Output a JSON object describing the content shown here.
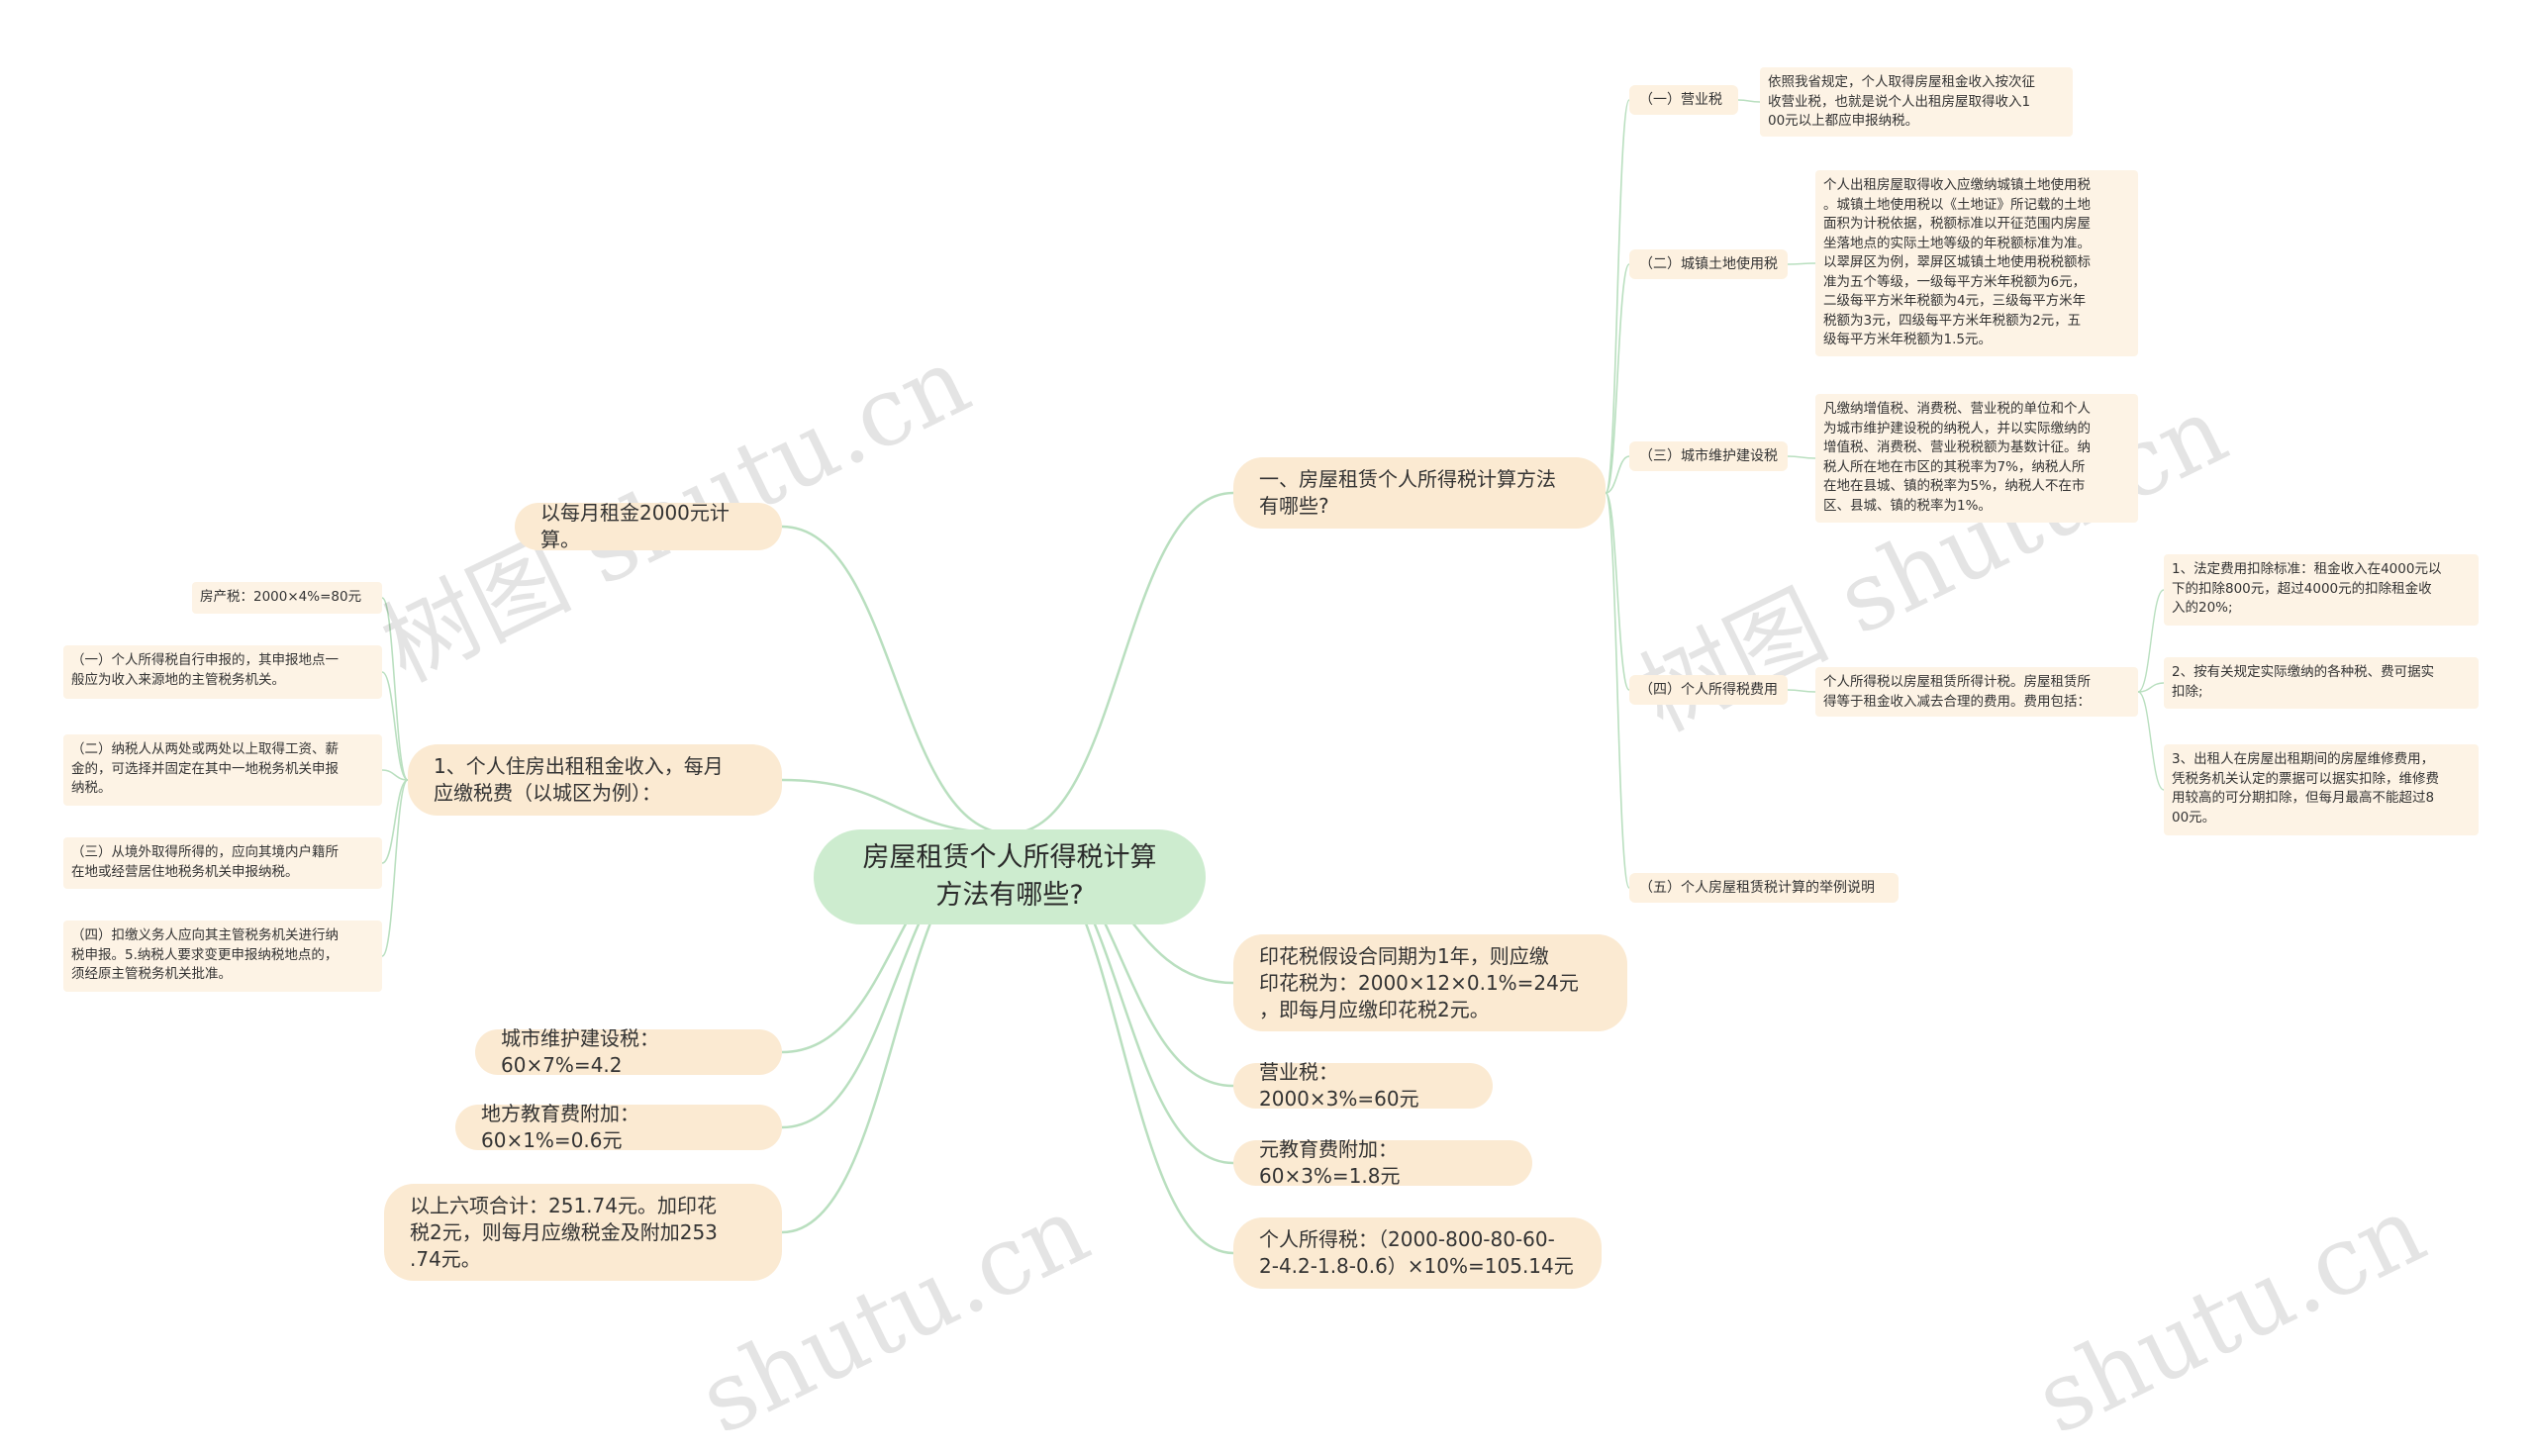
{
  "colors": {
    "line": "#b9dfbf",
    "root_bg": "#cdeccf",
    "node_bg": "#fbead2",
    "leaf_bg": "#fdf3e5"
  },
  "root": {
    "text": "房屋租赁个人所得税计算\n方法有哪些?"
  },
  "left": {
    "monthly_rent": "以每月租金2000元计算。",
    "personal_rent": {
      "title": "1、个人住房出租租金收入，每月\n应缴税费（以城区为例）：",
      "items": [
        "房产税：2000×4%=80元",
        "（一）个人所得税自行申报的，其申报地点一\n般应为收入来源地的主管税务机关。",
        "（二）纳税人从两处或两处以上取得工资、薪\n金的，可选择并固定在其中一地税务机关申报\n纳税。",
        "（三）从境外取得所得的，应向其境内户籍所\n在地或经营居住地税务机关申报纳税。",
        "（四）扣缴义务人应向其主管税务机关进行纳\n税申报。5.纳税人要求变更申报纳税地点的，\n须经原主管税务机关批准。"
      ]
    },
    "city_maintenance": "城市维护建设税：60×7%=4.2",
    "local_education": "地方教育费附加：60×1%=0.6元",
    "total": "以上六项合计：251.74元。加印花\n税2元，则每月应缴税金及附加253\n.74元。"
  },
  "right": {
    "method": {
      "title": "一、房屋租赁个人所得税计算方法\n有哪些?",
      "sections": [
        {
          "label": "（一）营业税",
          "detail": "依照我省规定，个人取得房屋租金收入按次征\n收营业税，也就是说个人出租房屋取得收入1\n00元以上都应申报纳税。"
        },
        {
          "label": "（二）城镇土地使用税",
          "detail": "个人出租房屋取得收入应缴纳城镇土地使用税\n。城镇土地使用税以《土地证》所记载的土地\n面积为计税依据，税额标准以开征范围内房屋\n坐落地点的实际土地等级的年税额标准为准。\n以翠屏区为例，翠屏区城镇土地使用税税额标\n准为五个等级，一级每平方米年税额为6元，\n二级每平方米年税额为4元，三级每平方米年\n税额为3元，四级每平方米年税额为2元，五\n级每平方米年税额为1.5元。"
        },
        {
          "label": "（三）城市维护建设税",
          "detail": "凡缴纳增值税、消费税、营业税的单位和个人\n为城市维护建设税的纳税人，并以实际缴纳的\n增值税、消费税、营业税税额为基数计征。纳\n税人所在地在市区的其税率为7%，纳税人所\n在地在县城、镇的税率为5%，纳税人不在市\n区、县城、镇的税率为1%。"
        },
        {
          "label": "（四）个人所得税费用",
          "detail": "个人所得税以房屋租赁所得计税。房屋租赁所\n得等于租金收入减去合理的费用。费用包括：",
          "items": [
            "1、法定费用扣除标准：租金收入在4000元以\n下的扣除800元，超过4000元的扣除租金收\n入的20%;",
            "2、按有关规定实际缴纳的各种税、费可据实\n扣除;",
            "3、出租人在房屋出租期间的房屋维修费用，\n凭税务机关认定的票据可以据实扣除，维修费\n用较高的可分期扣除，但每月最高不能超过8\n00元。"
          ]
        },
        {
          "label": "（五）个人房屋租赁税计算的举例说明"
        }
      ]
    },
    "stamp_tax": "印花税假设合同期为1年，则应缴\n印花税为：2000×12×0.1%=24元\n，即每月应缴印花税2元。",
    "business_tax": "营业税：2000×3%=60元",
    "education_fee": "元教育费附加：60×3%=1.8元",
    "income_tax": "个人所得税：（2000-800-80-60-\n2-4.2-1.8-0.6）×10%=105.14元"
  },
  "watermarks": [
    "树图 shutu.cn",
    "树图 shutu.cn",
    "shutu.cn",
    "shutu.cn"
  ]
}
